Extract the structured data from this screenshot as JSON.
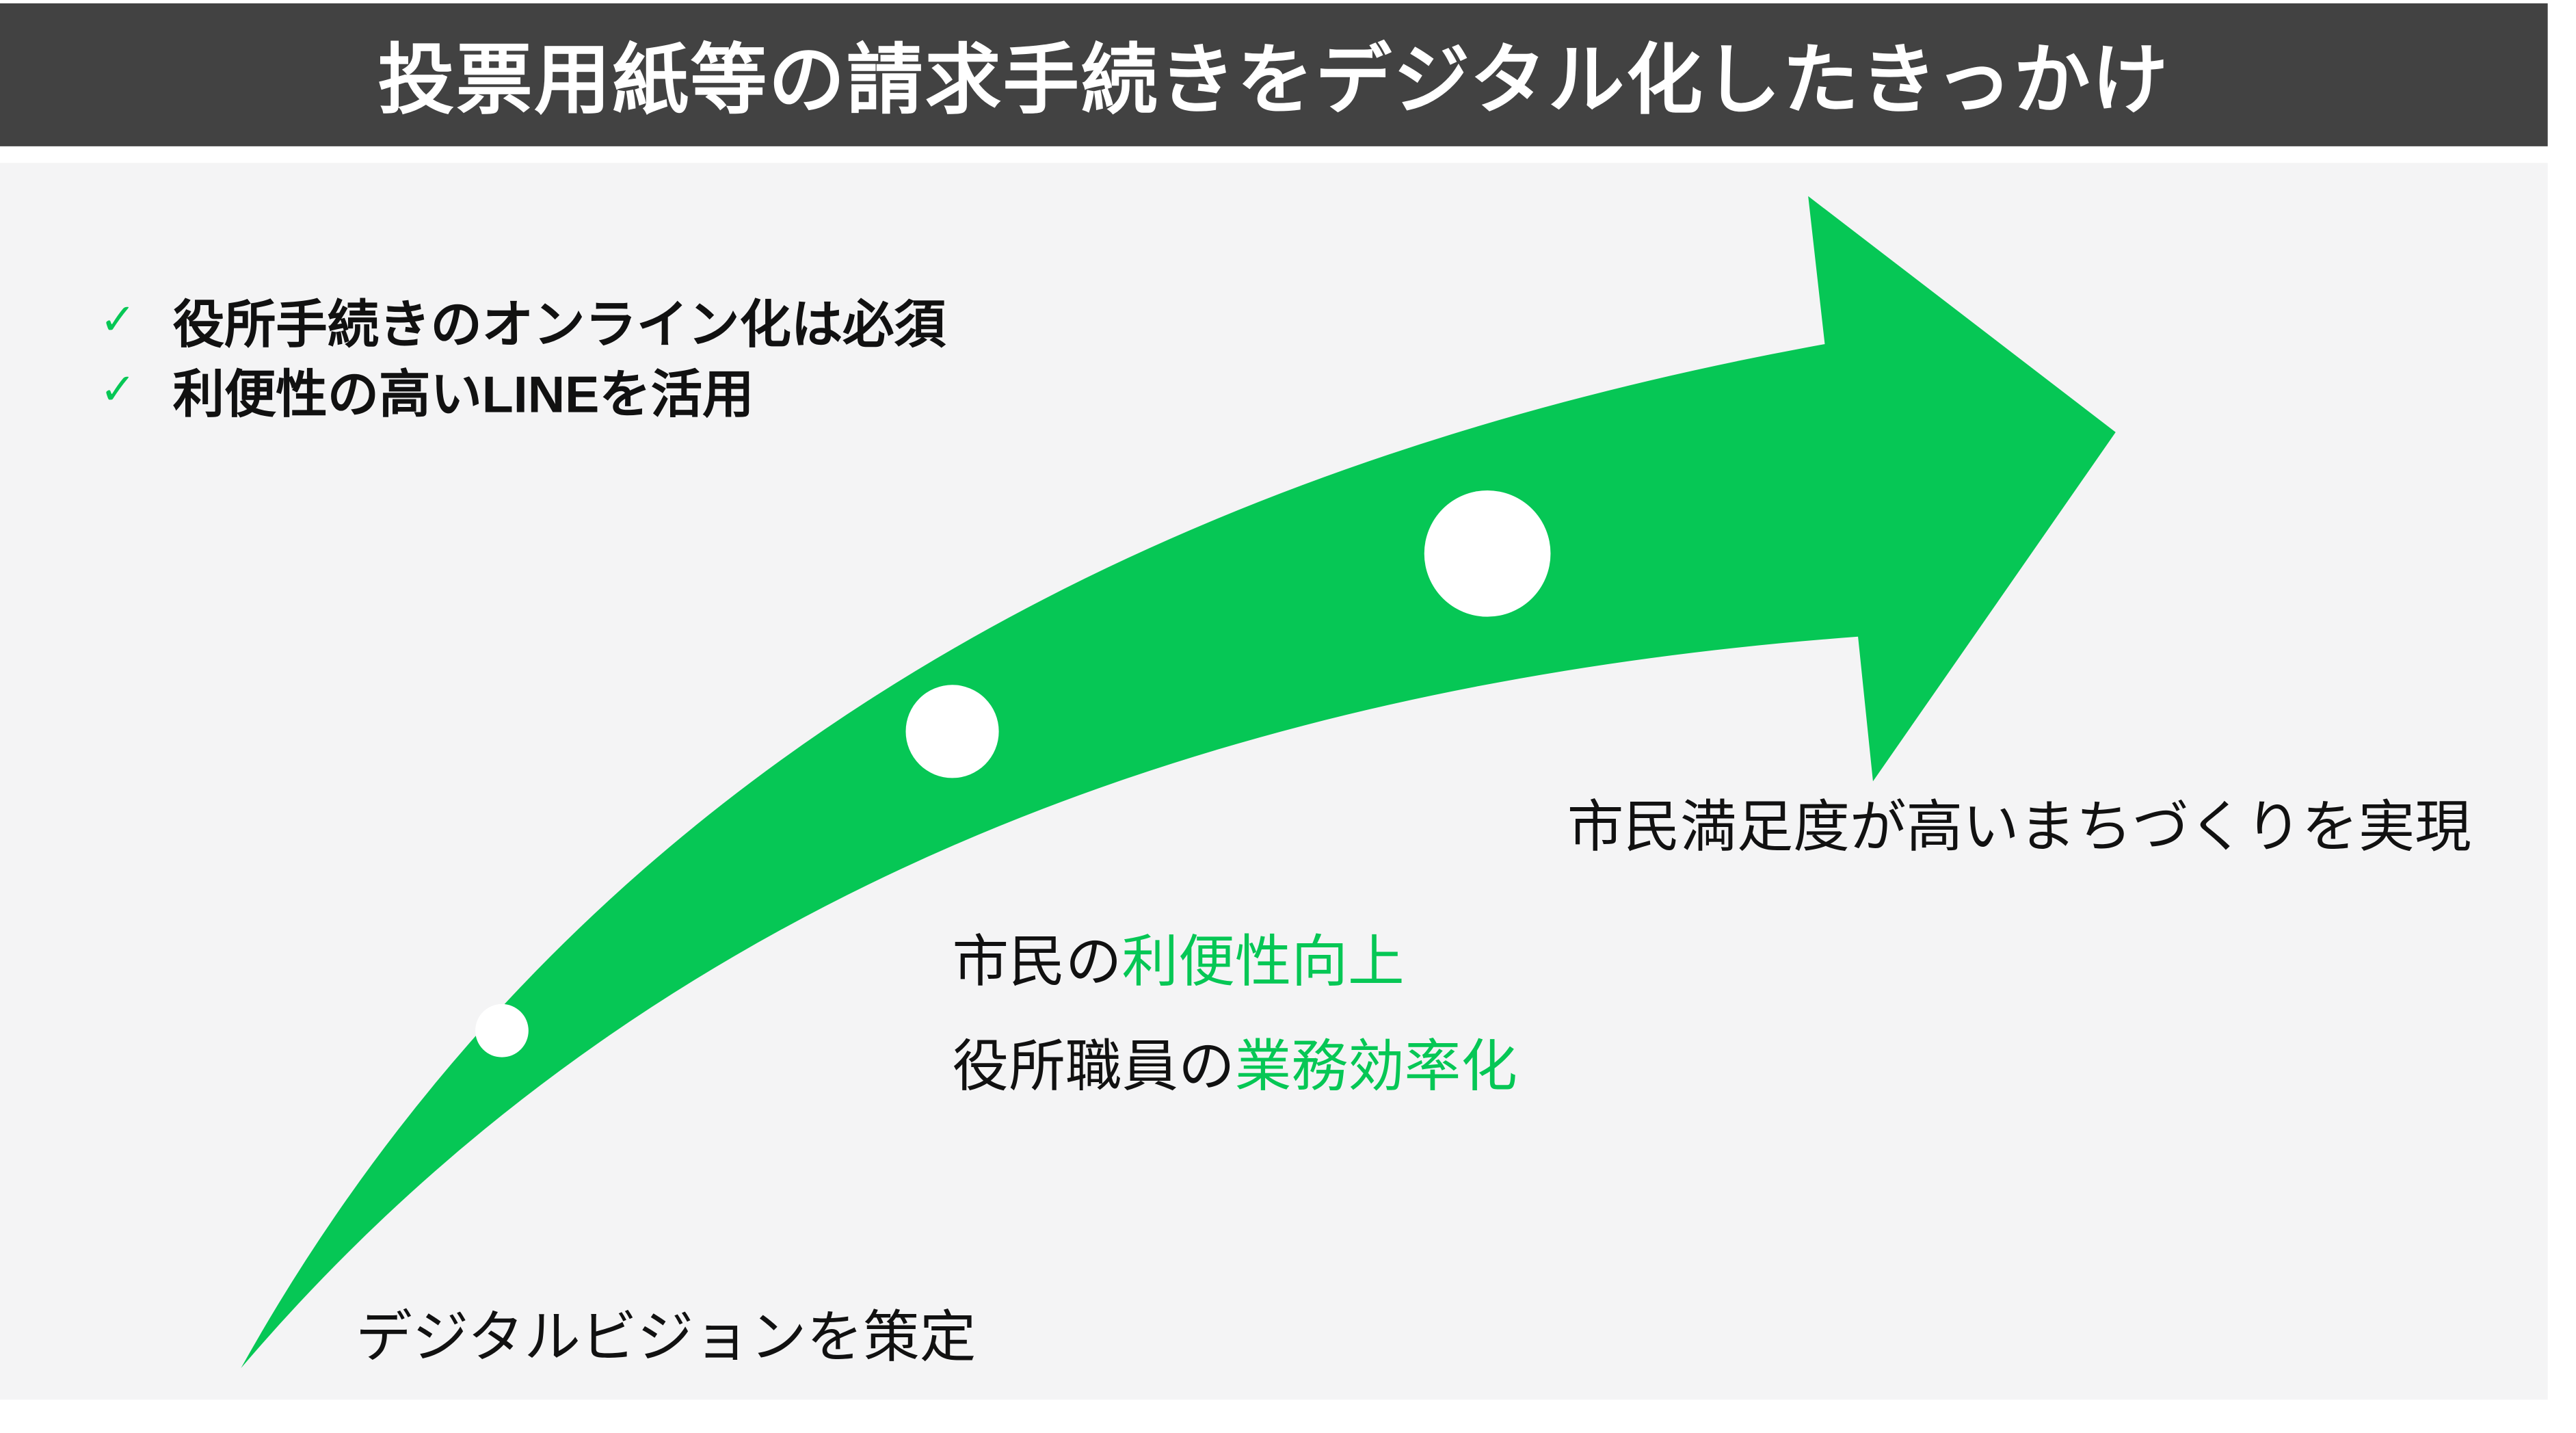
{
  "title": "投票用紙等の請求手続きをデジタル化したきっかけ",
  "bullets": [
    {
      "icon": "check-icon",
      "text": "役所手続きのオンライン化は必須"
    },
    {
      "icon": "check-icon",
      "text": "利便性の高いLINEを活用"
    }
  ],
  "check_glyph": "✓",
  "steps": {
    "step1": {
      "text": "デジタルビジョンを策定"
    },
    "step2": {
      "line1_prefix": "市民の",
      "line1_accent": "利便性向上",
      "line2_prefix": "役所職員の",
      "line2_accent": "業務効率化"
    },
    "step3": {
      "text": "市民満足度が高いまちづくりを実現"
    }
  },
  "colors": {
    "accent": "#06c755",
    "title_bg": "#424242",
    "panel_bg": "#f4f4f5"
  }
}
